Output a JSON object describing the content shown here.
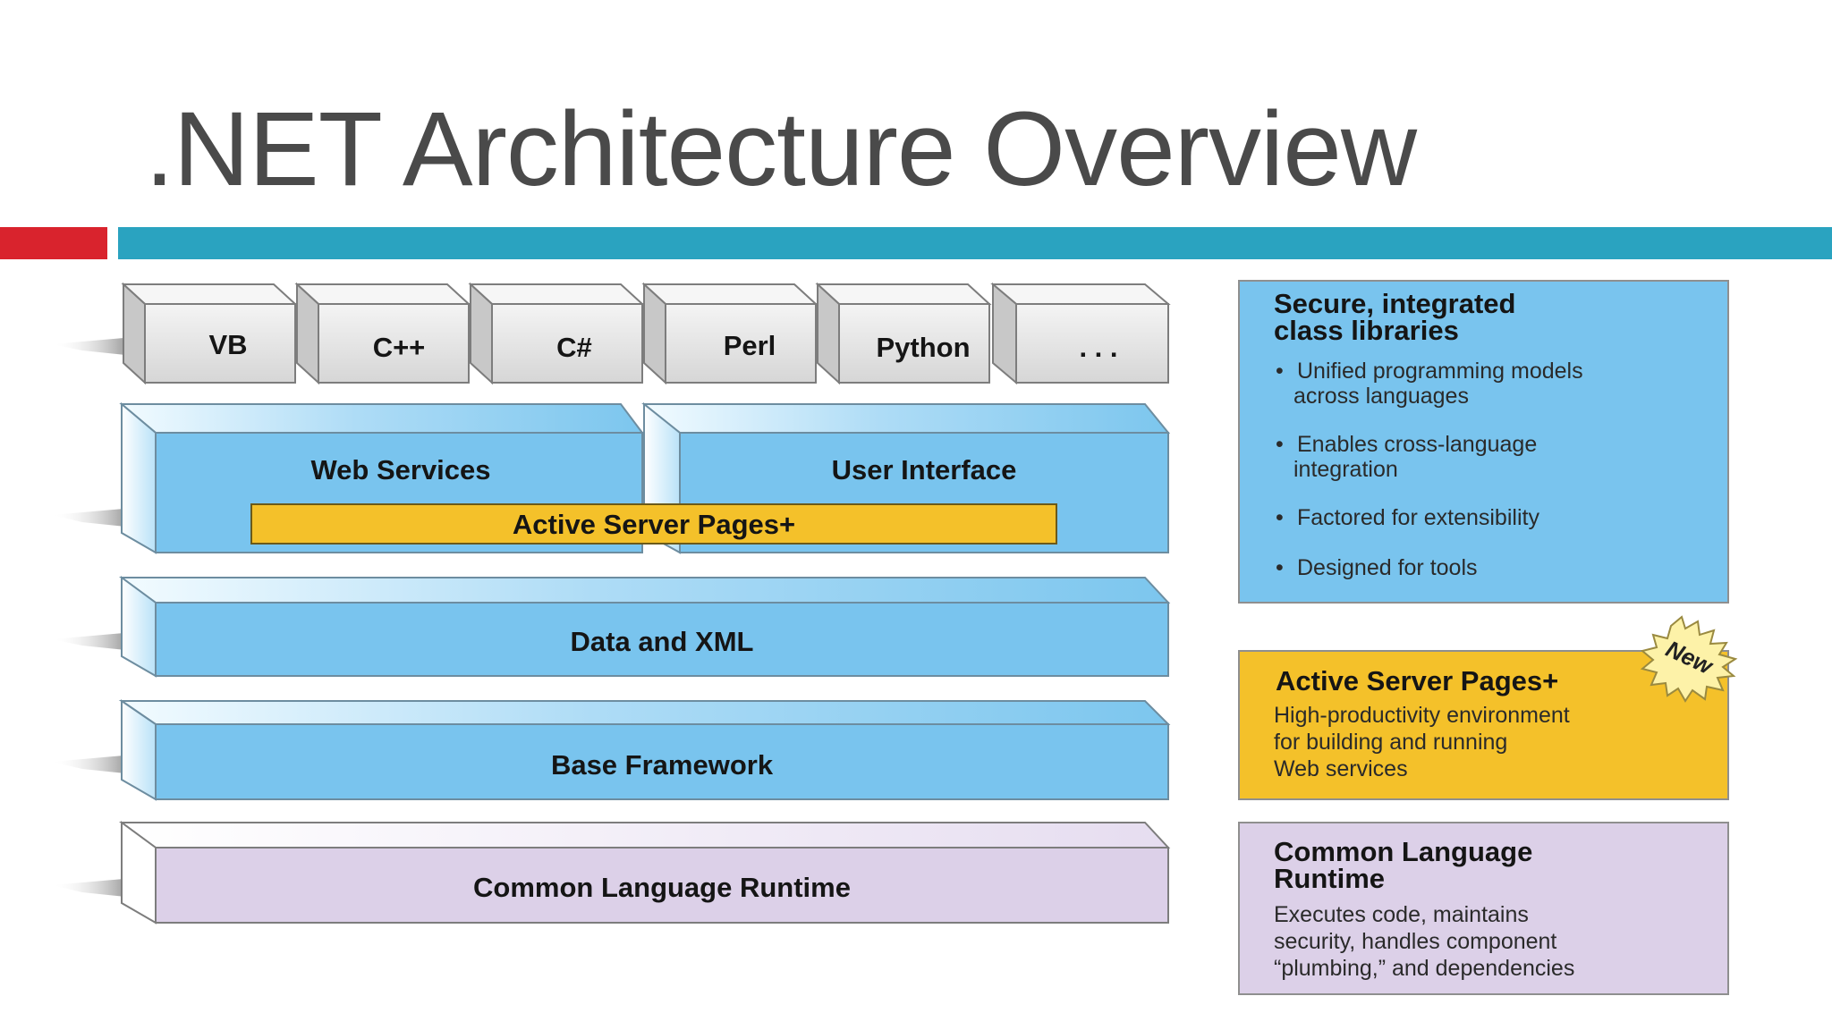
{
  "slide": {
    "title": ".NET Architecture Overview"
  },
  "colors": {
    "title_text": "#4a4a4a",
    "accent_red": "#d9232d",
    "accent_teal": "#2aa3c0",
    "layer_blue": "#79c4ee",
    "asp_gold": "#f4c12a",
    "clr_lavender": "#dcd0e8",
    "language_box": "#e2e2e2"
  },
  "languages": [
    "VB",
    "C++",
    "C#",
    "Perl",
    "Python",
    ". . ."
  ],
  "stack": {
    "web_services": "Web Services",
    "user_interface": "User Interface",
    "asp_plus": "Active Server Pages+",
    "data_xml": "Data and XML",
    "base_framework": "Base Framework",
    "clr": "Common Language Runtime"
  },
  "panels": {
    "libraries": {
      "title_line1": "Secure, integrated",
      "title_line2": "class libraries",
      "bullets": [
        [
          "Unified programming models",
          "across languages"
        ],
        [
          "Enables cross-language",
          "integration"
        ],
        [
          "Factored for extensibility"
        ],
        [
          "Designed for tools"
        ]
      ]
    },
    "asp": {
      "badge": "New",
      "title": "Active Server Pages+",
      "lines": [
        "High-productivity environment",
        "for building and running",
        "Web services"
      ]
    },
    "clr": {
      "title_line1": "Common Language",
      "title_line2": "Runtime",
      "lines": [
        "Executes code, maintains",
        "security, handles component",
        "“plumbing,” and dependencies"
      ]
    }
  }
}
